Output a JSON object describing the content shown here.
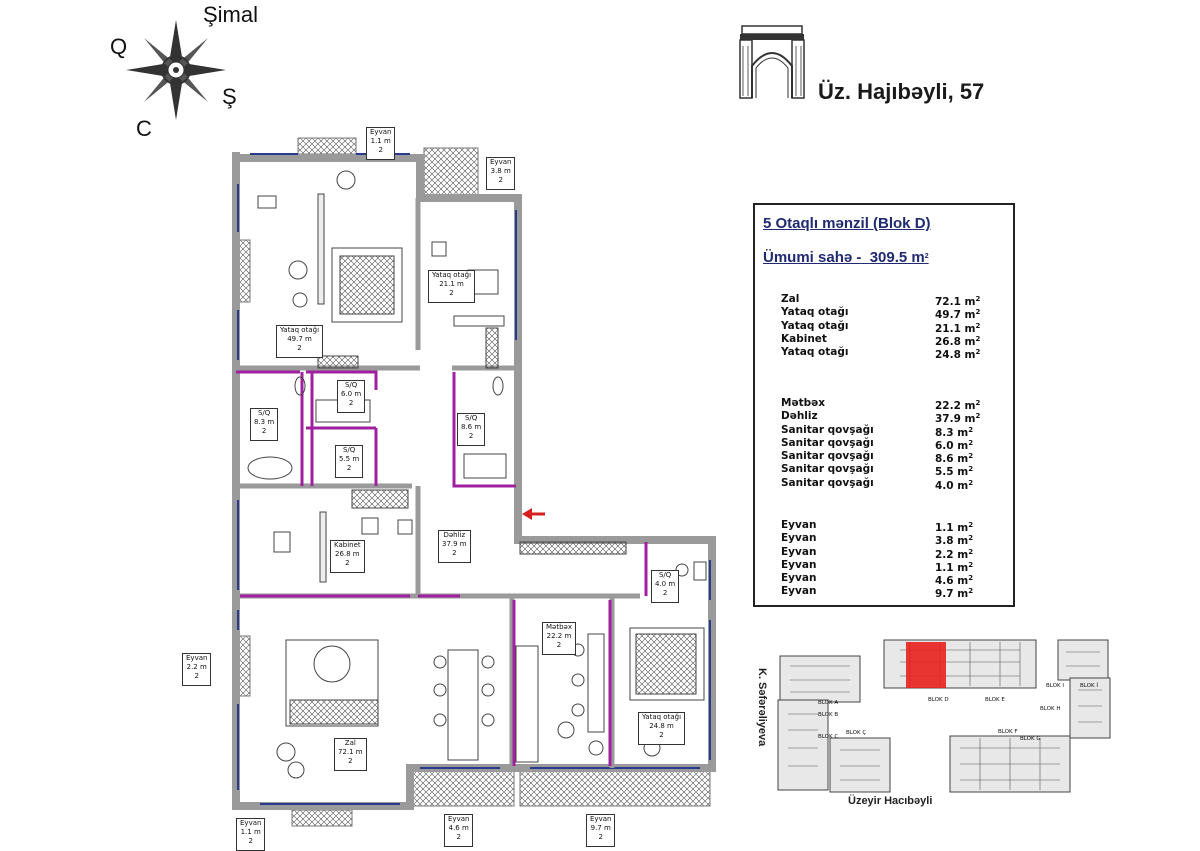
{
  "compass": {
    "north": "Şimal",
    "west": "Q",
    "east": "Ş",
    "south": "C"
  },
  "address": "Üz. Hajıbəyli, 57",
  "info": {
    "apartment_title": "5 Otaqlı mənzil (Blok D)",
    "total_label": "Ümumi sahə -",
    "total_value": "309.5 m",
    "rooms": [
      {
        "name": "Zal",
        "area": "72.1 m"
      },
      {
        "name": "Yataq otağı",
        "area": "49.7  m"
      },
      {
        "name": "Yataq otağı",
        "area": "21.1 m"
      },
      {
        "name": "Kabinet",
        "area": "26.8  m"
      },
      {
        "name": "Yataq otağı",
        "area": "24.8  m"
      }
    ],
    "service": [
      {
        "name": "Mətbəx",
        "area": "22.2 m"
      },
      {
        "name": "Dəhliz",
        "area": "37.9 m"
      },
      {
        "name": "Sanitar qovşağı",
        "area": "8.3 m"
      },
      {
        "name": "Sanitar qovşağı",
        "area": "6.0 m"
      },
      {
        "name": "Sanitar qovşağı",
        "area": "8.6 m"
      },
      {
        "name": "Sanitar qovşağı",
        "area": "5.5 m"
      },
      {
        "name": "Sanitar qovşağı",
        "area": "4.0 m"
      }
    ],
    "balconies": [
      {
        "name": "Eyvan",
        "area": "1.1 m"
      },
      {
        "name": "Eyvan",
        "area": "3.8 m"
      },
      {
        "name": "Eyvan",
        "area": "2.2 m"
      },
      {
        "name": "Eyvan",
        "area": "1.1 m"
      },
      {
        "name": "Eyvan",
        "area": "4.6 m"
      },
      {
        "name": "Eyvan",
        "area": "9.7 m"
      }
    ]
  },
  "plan_labels": {
    "eyvan_top_1": {
      "name": "Eyvan",
      "area": "1.1 m"
    },
    "eyvan_top_2": {
      "name": "Eyvan",
      "area": "3.8 m"
    },
    "eyvan_left": {
      "name": "Eyvan",
      "area": "2.2 m"
    },
    "eyvan_bottom_1": {
      "name": "Eyvan",
      "area": "1.1 m"
    },
    "eyvan_bottom_2": {
      "name": "Eyvan",
      "area": "4.6 m"
    },
    "eyvan_bottom_3": {
      "name": "Eyvan",
      "area": "9.7 m"
    },
    "bedroom_main": {
      "name": "Yataq otağı",
      "area": "49.7 m"
    },
    "bedroom_2": {
      "name": "Yataq otağı",
      "area": "21.1 m"
    },
    "bedroom_3": {
      "name": "Yataq otağı",
      "area": "24.8 m"
    },
    "wc_1": {
      "name": "S/Q",
      "area": "8.3 m"
    },
    "wc_2": {
      "name": "S/Q",
      "area": "6.0 m"
    },
    "wc_3": {
      "name": "S/Q",
      "area": "5.5 m"
    },
    "wc_4": {
      "name": "S/Q",
      "area": "8.6 m"
    },
    "wc_5": {
      "name": "S/Q",
      "area": "4.0 m"
    },
    "study": {
      "name": "Kabinet",
      "area": "26.8 m"
    },
    "hall": {
      "name": "Dəhliz",
      "area": "37.9 m"
    },
    "kitchen": {
      "name": "Mətbəx",
      "area": "22.2 m"
    },
    "living": {
      "name": "Zal",
      "area": "72.1 m"
    }
  },
  "site_map": {
    "street_left": "K. Səfərəliyeva",
    "street_bottom": "Üzeyir Hacıbəyli",
    "blocks": [
      "BLOK A",
      "BLOK B",
      "BLOK C",
      "BLOK Ç",
      "BLOK D",
      "BLOK E",
      "BLOK F",
      "BLOK G",
      "BLOK H",
      "BLOK I",
      "BLOK İ"
    ]
  },
  "colors": {
    "wall": "#9a9a9a",
    "partition": "#a0219f",
    "window": "#2b3a8f",
    "highlight": "#e8211d",
    "heading": "#1f2a72",
    "arrow": "#d62020"
  }
}
